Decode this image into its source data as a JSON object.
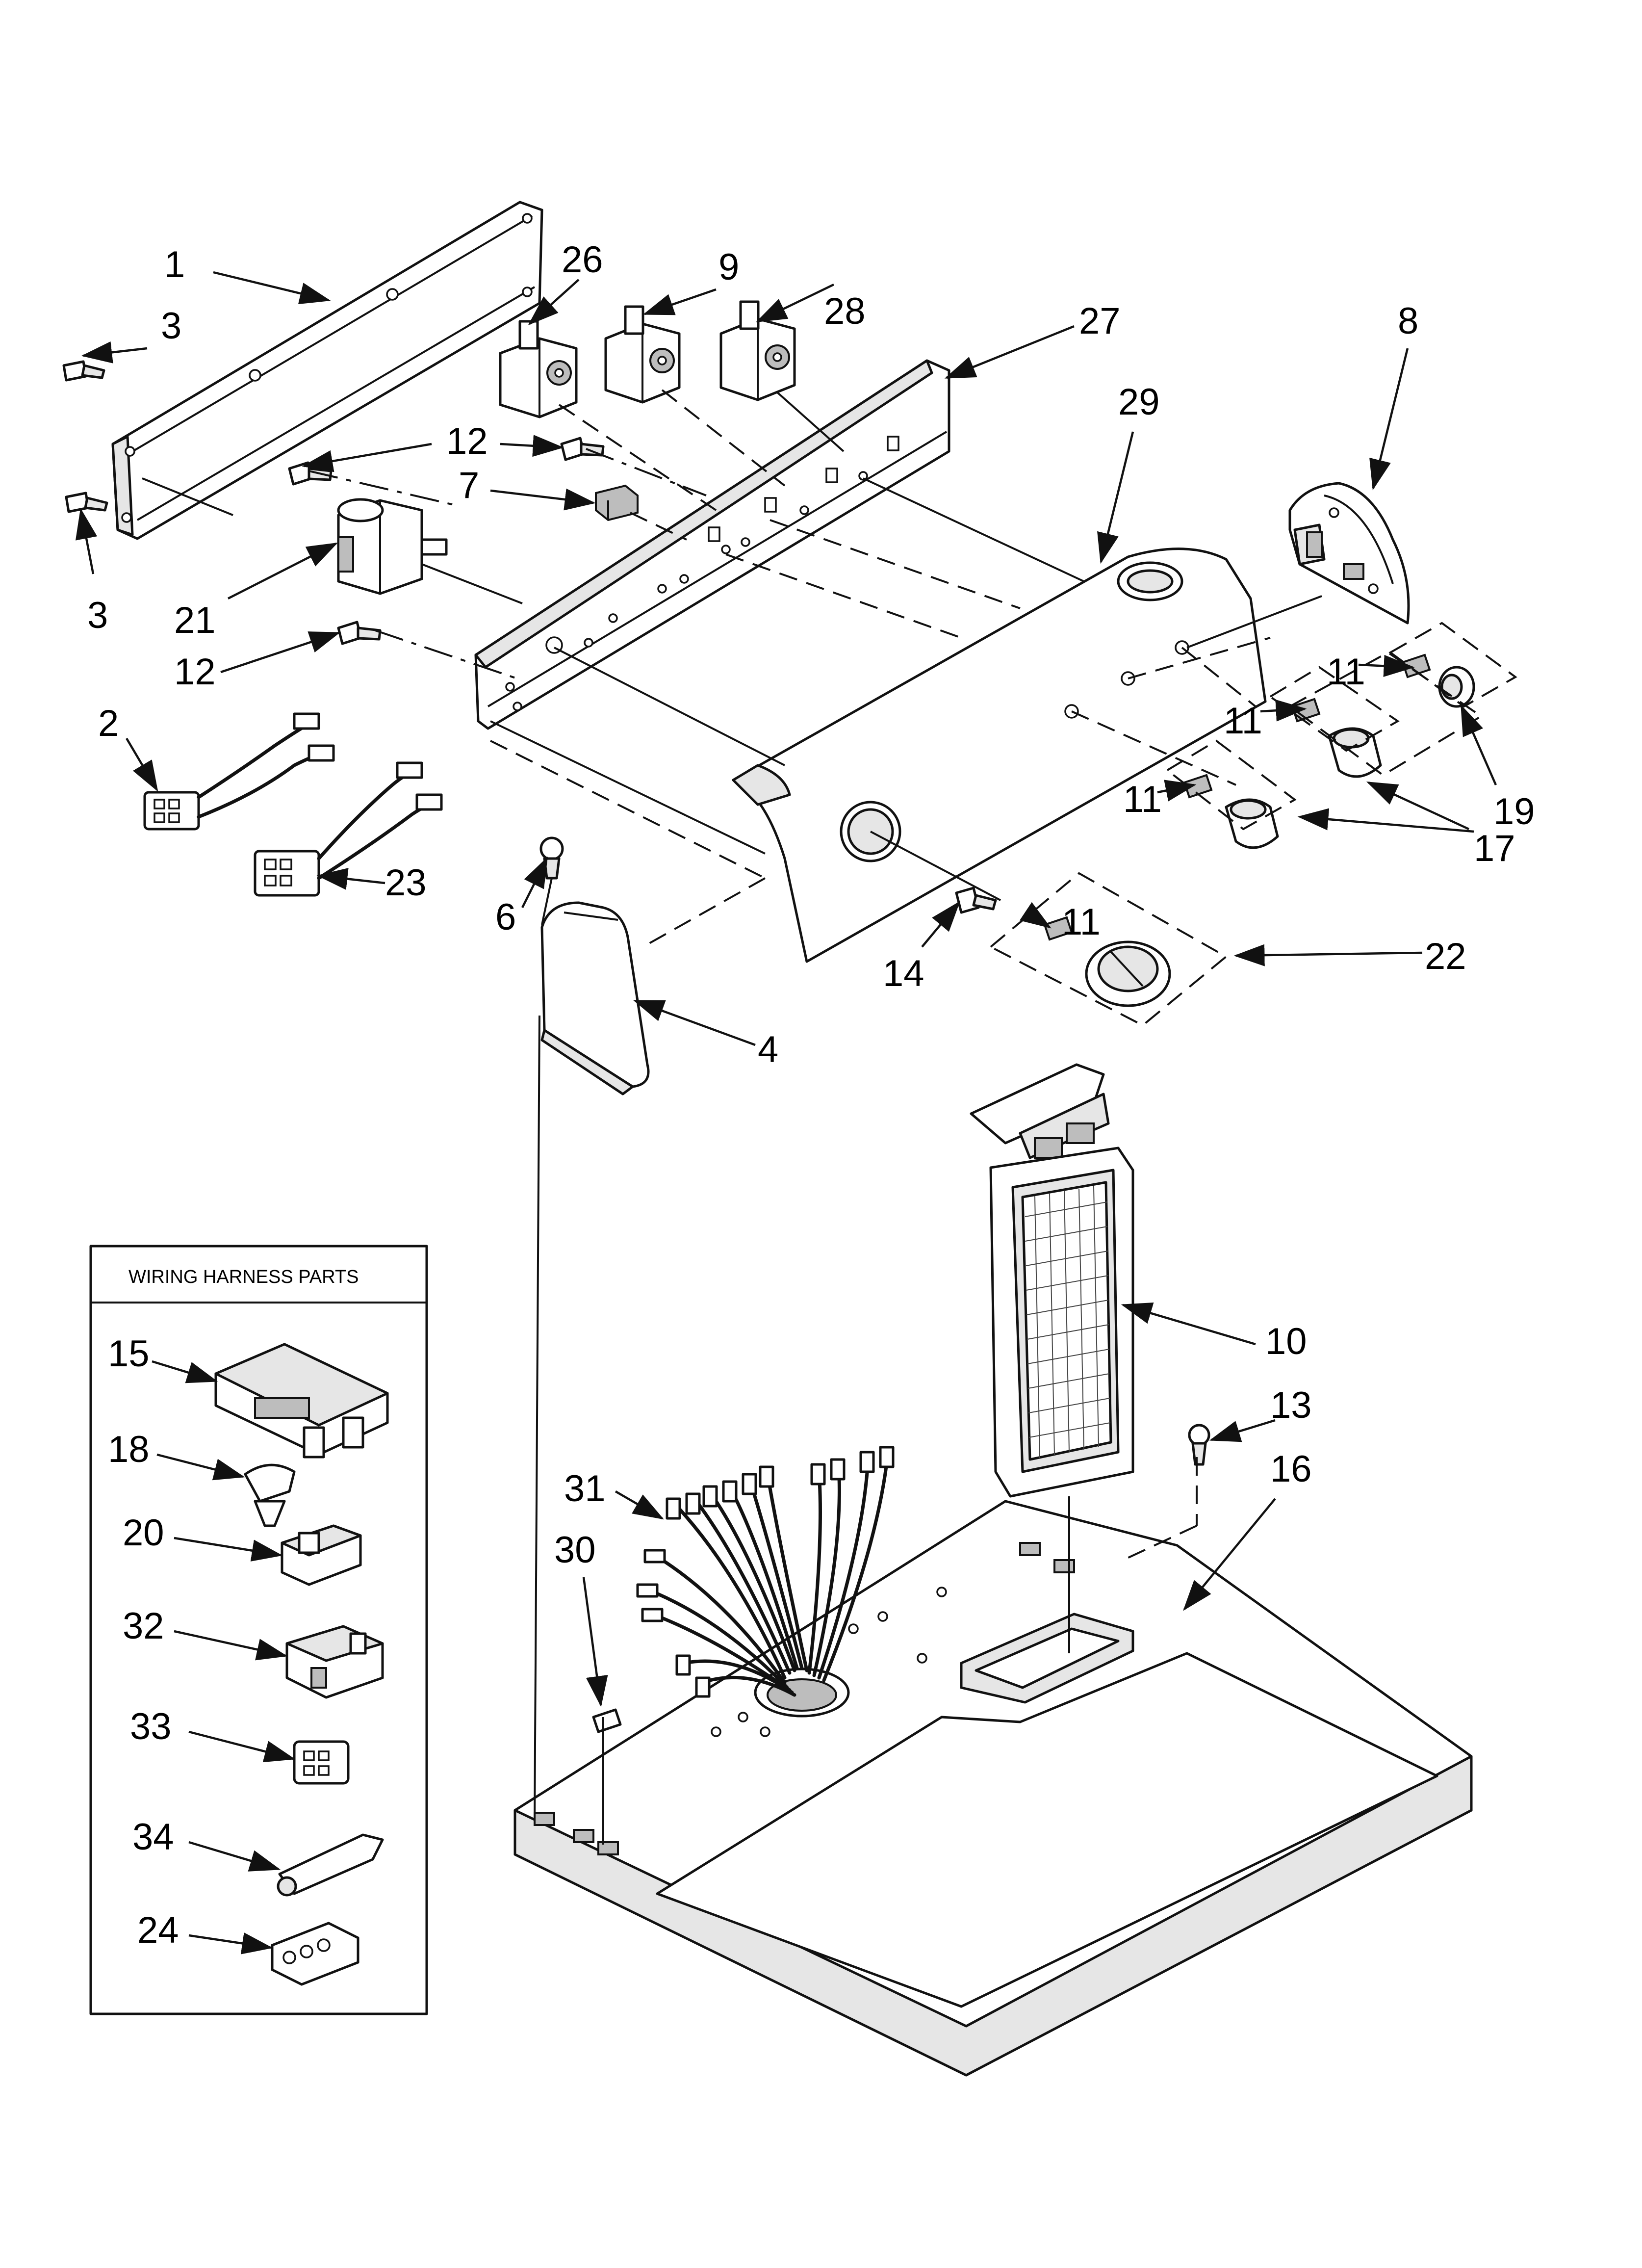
{
  "diagram": {
    "callouts": {
      "c1": "1",
      "c3a": "3",
      "c3b": "3",
      "c26": "26",
      "c9": "9",
      "c28": "28",
      "c27": "27",
      "c29": "29",
      "c8": "8",
      "c12a": "12",
      "c12b": "12",
      "c7": "7",
      "c21": "21",
      "c2": "2",
      "c23": "23",
      "c6": "6",
      "c4": "4",
      "c11a": "11",
      "c11b": "11",
      "c11c": "11",
      "c11d": "11",
      "c19": "19",
      "c17": "17",
      "c14": "14",
      "c22": "22",
      "c10": "10",
      "c13": "13",
      "c16": "16",
      "c31": "31",
      "c30": "30",
      "c15": "15",
      "c18": "18",
      "c20": "20",
      "c32": "32",
      "c33": "33",
      "c34": "34",
      "c24": "24"
    },
    "wiring_box": {
      "title": "WIRING HARNESS PARTS"
    }
  }
}
